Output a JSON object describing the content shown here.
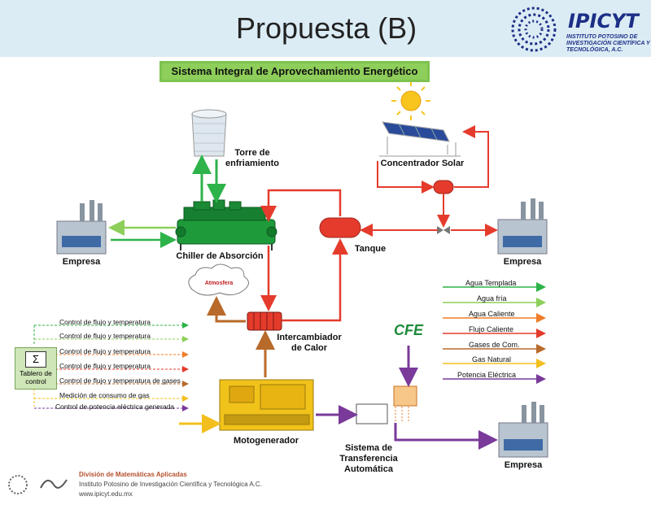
{
  "header": {
    "title": "Propuesta (B)",
    "logo_name": "IPICYT",
    "logo_subtitle": "INSTITUTO POTOSINO DE INVESTIGACIÓN CIENTÍFICA Y TECNOLÓGICA, A.C."
  },
  "banner": "Sistema Integral de Aprovechamiento Energético",
  "components": {
    "cooling_tower": "Torre de enfriamiento",
    "solar_concentrator": "Concentrador Solar",
    "chiller": "Chiller de Absorción",
    "tank": "Tanque",
    "company_left": "Empresa",
    "company_right": "Empresa",
    "company_bottom": "Empresa",
    "atmosphere": "Atmosfera",
    "heat_exchanger": "Intercambiador de Calor",
    "motogenerator": "Motogenerador",
    "transfer_system": "Sistema de Transferencia Automática",
    "cfe": "CFE",
    "control_panel": "Tablero de control",
    "sigma": "Σ"
  },
  "control_lines": [
    "Control de flujo y temperatura",
    "Control de flujo y temperatura",
    "Control de flujo y temperatura",
    "Control de flujo y temperatura",
    "Control de flujo y temperatura de gases",
    "Medición de consumo de gas",
    "Control de potencia eléctrica generada"
  ],
  "legend": [
    {
      "label": "Agua Templada",
      "color": "#2db34a"
    },
    {
      "label": "Agua  fría",
      "color": "#8ccf5a"
    },
    {
      "label": "Agua Caliente",
      "color": "#f07d2a"
    },
    {
      "label": "Flujo Caliente",
      "color": "#e53b2c"
    },
    {
      "label": "Gases de Com.",
      "color": "#b86a2a"
    },
    {
      "label": "Gas Natural",
      "color": "#f3bf1e"
    },
    {
      "label": "Potencia Eléctrica",
      "color": "#7a3a9a"
    }
  ],
  "footer": {
    "line1": "División de Matemáticas Aplicadas",
    "line2": "Instituto Potosino de Investigación Científica y Tecnológica A.C.",
    "line3": "www.ipicyt.edu.mx"
  }
}
